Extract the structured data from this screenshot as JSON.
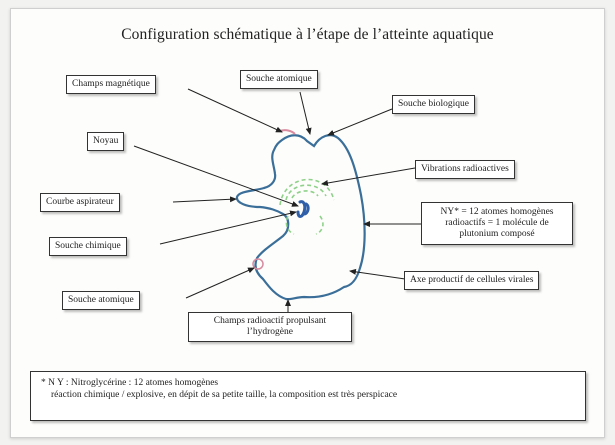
{
  "title": "Configuration schématique à l’étape de l’atteinte aquatique",
  "labels": {
    "champs_magnetique": "Champs magnétique",
    "souche_atomique_top": "Souche atomique",
    "souche_biologique": "Souche biologique",
    "noyau": "Noyau",
    "vibrations": "Vibrations radioactives",
    "courbe": "Courbe aspirateur",
    "ny_line1": "NY* = 12 atomes homogènes",
    "ny_line2": "radioactifs = 1 molécule de",
    "ny_line3": "plutonium composé",
    "souche_chimique": "Souche chimique",
    "axe": "Axe productif de cellules virales",
    "souche_atomique_bottom": "Souche atomique",
    "champs_radio_line1": "Champs radioactif propulsant",
    "champs_radio_line2": "l’hydrogène"
  },
  "note": {
    "line1": "* N Y : Nitroglycérine : 12 atomes homogènes",
    "line2": "réaction chimique / explosive, en dépit de sa petite taille, la composition est très perspicace"
  },
  "colors": {
    "blob": "#3b6f99",
    "vibrations": "#8fd18a",
    "nucleus": "#2f5fa8",
    "strain": "#d88aa0"
  }
}
